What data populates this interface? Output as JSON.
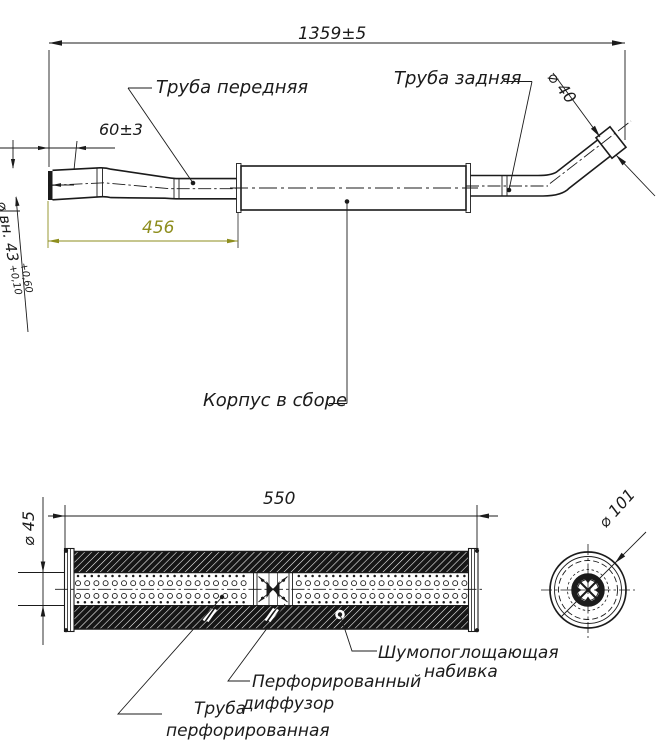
{
  "top_view": {
    "dim_overall": "1359±5",
    "dim_inlet_offset": "60±3",
    "dim_front_pipe_length": "456",
    "dim_inlet_diameter": "⌀ вн. 43",
    "dim_inlet_tol_upper": "+0,60",
    "dim_inlet_tol_lower": "+0,10",
    "dim_outlet_diameter": "⌀ 40",
    "label_front_pipe": "Труба передняя",
    "label_rear_pipe": "Труба задняя",
    "label_body_assembly": "Корпус в сборе"
  },
  "section_view": {
    "dim_body_length": "550",
    "dim_pipe_diameter": "⌀ 45",
    "dim_body_diameter": "⌀ 101",
    "label_padding_line1": "Шумопоглощающая",
    "label_padding_line2": "набивка",
    "label_diffuser_line1": "Перфорированный",
    "label_diffuser_line2": "диффузор",
    "label_perforated_pipe_line1": "Труба",
    "label_perforated_pipe_line2": "перфорированная"
  },
  "colors": {
    "line": "#1b1b1b",
    "highlight_dim": "#8e8e1e",
    "background": "#ffffff"
  }
}
